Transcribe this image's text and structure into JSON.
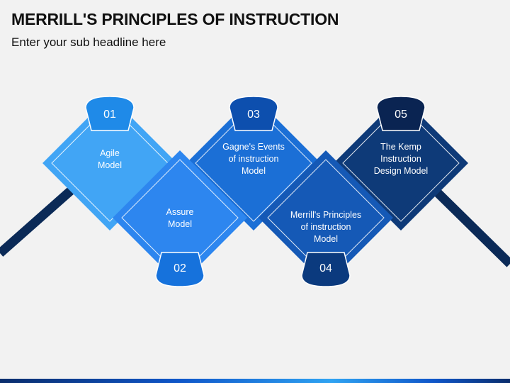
{
  "slide": {
    "title": "MERRILL'S PRINCIPLES OF INSTRUCTION",
    "subtitle": "Enter your sub headline here"
  },
  "colors": {
    "background": "#f2f2f2",
    "tail": "#0b2a57",
    "connector": "#0b2a57"
  },
  "steps": [
    {
      "number": "01",
      "lines": [
        "Agile",
        "Model"
      ],
      "fill": "#41a5f5",
      "badge": "#1f8ae8",
      "position": "top"
    },
    {
      "number": "02",
      "lines": [
        "Assure",
        "Model"
      ],
      "fill": "#2d86ef",
      "badge": "#1672dc",
      "position": "bottom"
    },
    {
      "number": "03",
      "lines": [
        "Gagne's Events",
        "of instruction",
        "Model"
      ],
      "fill": "#1b6fd6",
      "badge": "#0d4fae",
      "position": "top"
    },
    {
      "number": "04",
      "lines": [
        "Merrill's Principles",
        "of instruction",
        "Model"
      ],
      "fill": "#1559b6",
      "badge": "#0b3a7e",
      "position": "bottom"
    },
    {
      "number": "05",
      "lines": [
        "The Kemp",
        "Instruction",
        "Design Model"
      ],
      "fill": "#0e3a78",
      "badge": "#0a2452",
      "position": "top"
    }
  ]
}
